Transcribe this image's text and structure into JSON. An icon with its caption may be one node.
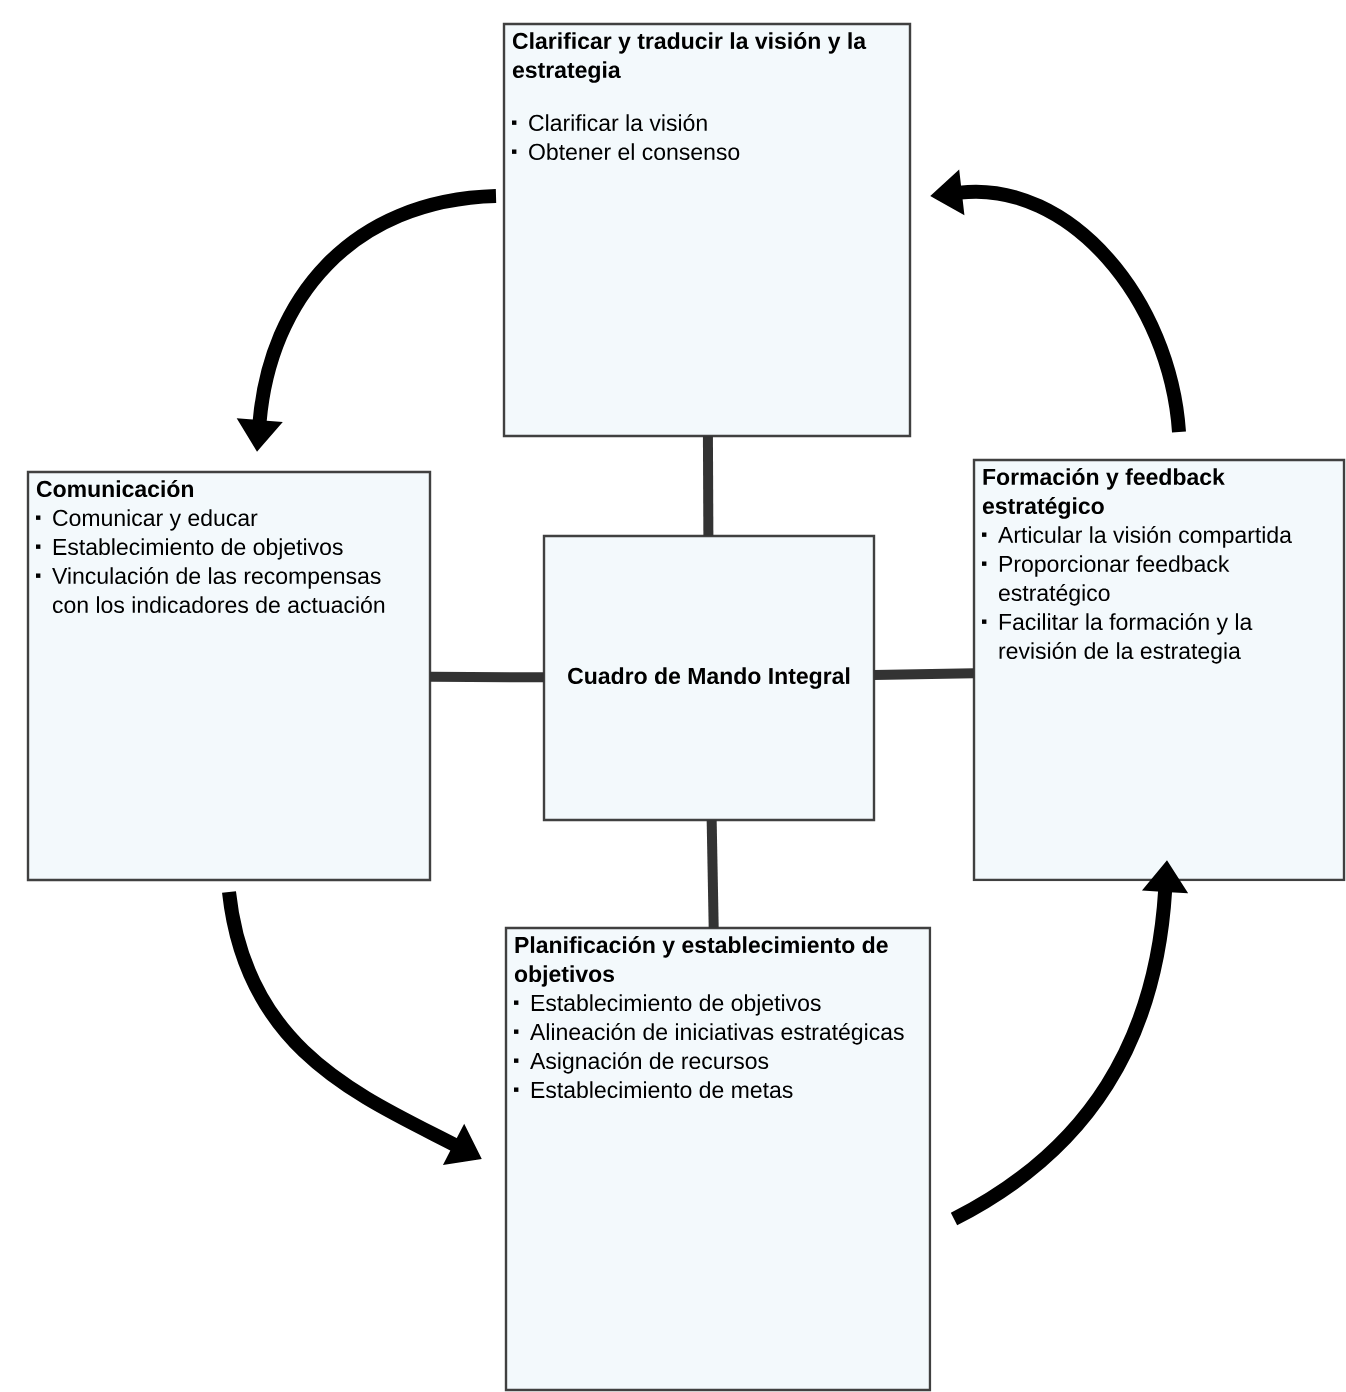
{
  "diagram": {
    "nodes": [
      {
        "text": [
          "Clarificar y traducir la visión y la estrategia",
          "Clarificar la visión",
          "Obtener el consenso"
        ]
      },
      {
        "text": [
          "Comunicación",
          "Comunicar y educar",
          "Establecimiento de objetivos",
          "Vinculación de las recompensas con los indicadores de actuación"
        ]
      },
      {
        "text": [
          "Cuadro de Mando Integral"
        ]
      },
      {
        "text": [
          "Formación y feedback estratégico",
          "Articular la visión compartida",
          "Proporcionar feedback estratégico",
          "Facilitar la formación y la revisión de la estrategia"
        ]
      },
      {
        "text": [
          "Planificación y establecimiento de objetivos",
          "Establecimiento de objetivos",
          "Alineación de iniciativas estratégicas",
          "Asignación de recursos",
          "Establecimiento de metas"
        ]
      }
    ],
    "edges": [
      {
        "from": 2,
        "to": 0,
        "arrow": "none"
      },
      {
        "from": 2,
        "to": 1,
        "arrow": "none"
      },
      {
        "from": 2,
        "to": 3,
        "arrow": "none"
      },
      {
        "from": 2,
        "to": 4,
        "arrow": "none"
      },
      {
        "from": 0,
        "to": 1,
        "arrow": "to"
      },
      {
        "from": 1,
        "to": 4,
        "arrow": "to"
      },
      {
        "from": 4,
        "to": 3,
        "arrow": "to"
      },
      {
        "from": 3,
        "to": 0,
        "arrow": "to"
      }
    ]
  }
}
